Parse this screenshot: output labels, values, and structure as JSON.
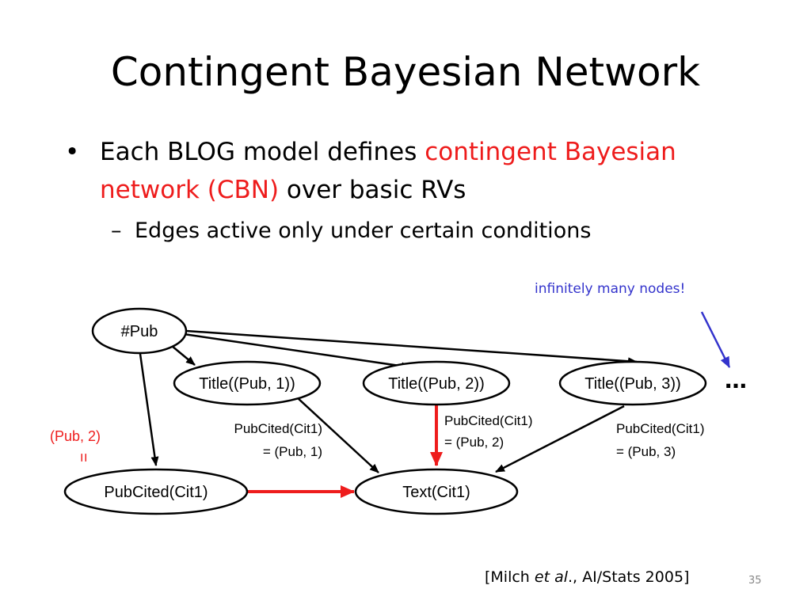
{
  "slide": {
    "title": "Contingent Bayesian Network",
    "bullet1": {
      "prefix": "Each BLOG model defines ",
      "highlight": "contingent Bayesian network (CBN)",
      "suffix": " over basic RVs"
    },
    "bullet2": "Edges active only under certain conditions",
    "annotation": "infinitely many nodes!",
    "ellipsis": "…",
    "citation": {
      "pre": "[Milch ",
      "italic": "et al",
      "post": "., AI/Stats 2005]"
    },
    "page_number": "35"
  },
  "diagram": {
    "nodes": {
      "pub": "#Pub",
      "title1": "Title((Pub, 1))",
      "title2": "Title((Pub, 2))",
      "title3": "Title((Pub, 3))",
      "pubcited": "PubCited(Cit1)",
      "text": "Text(Cit1)"
    },
    "edge_labels": {
      "cond1_line1": "PubCited(Cit1)",
      "cond1_line2": "= (Pub, 1)",
      "cond2_line1": "PubCited(Cit1)",
      "cond2_line2": "= (Pub, 2)",
      "cond3_line1": "PubCited(Cit1)",
      "cond3_line2": "= (Pub, 3)"
    },
    "value_label": "(Pub, 2)",
    "value_equals": "=",
    "colors": {
      "highlight": "#ee1c1c",
      "annotation": "#3333cc"
    }
  }
}
